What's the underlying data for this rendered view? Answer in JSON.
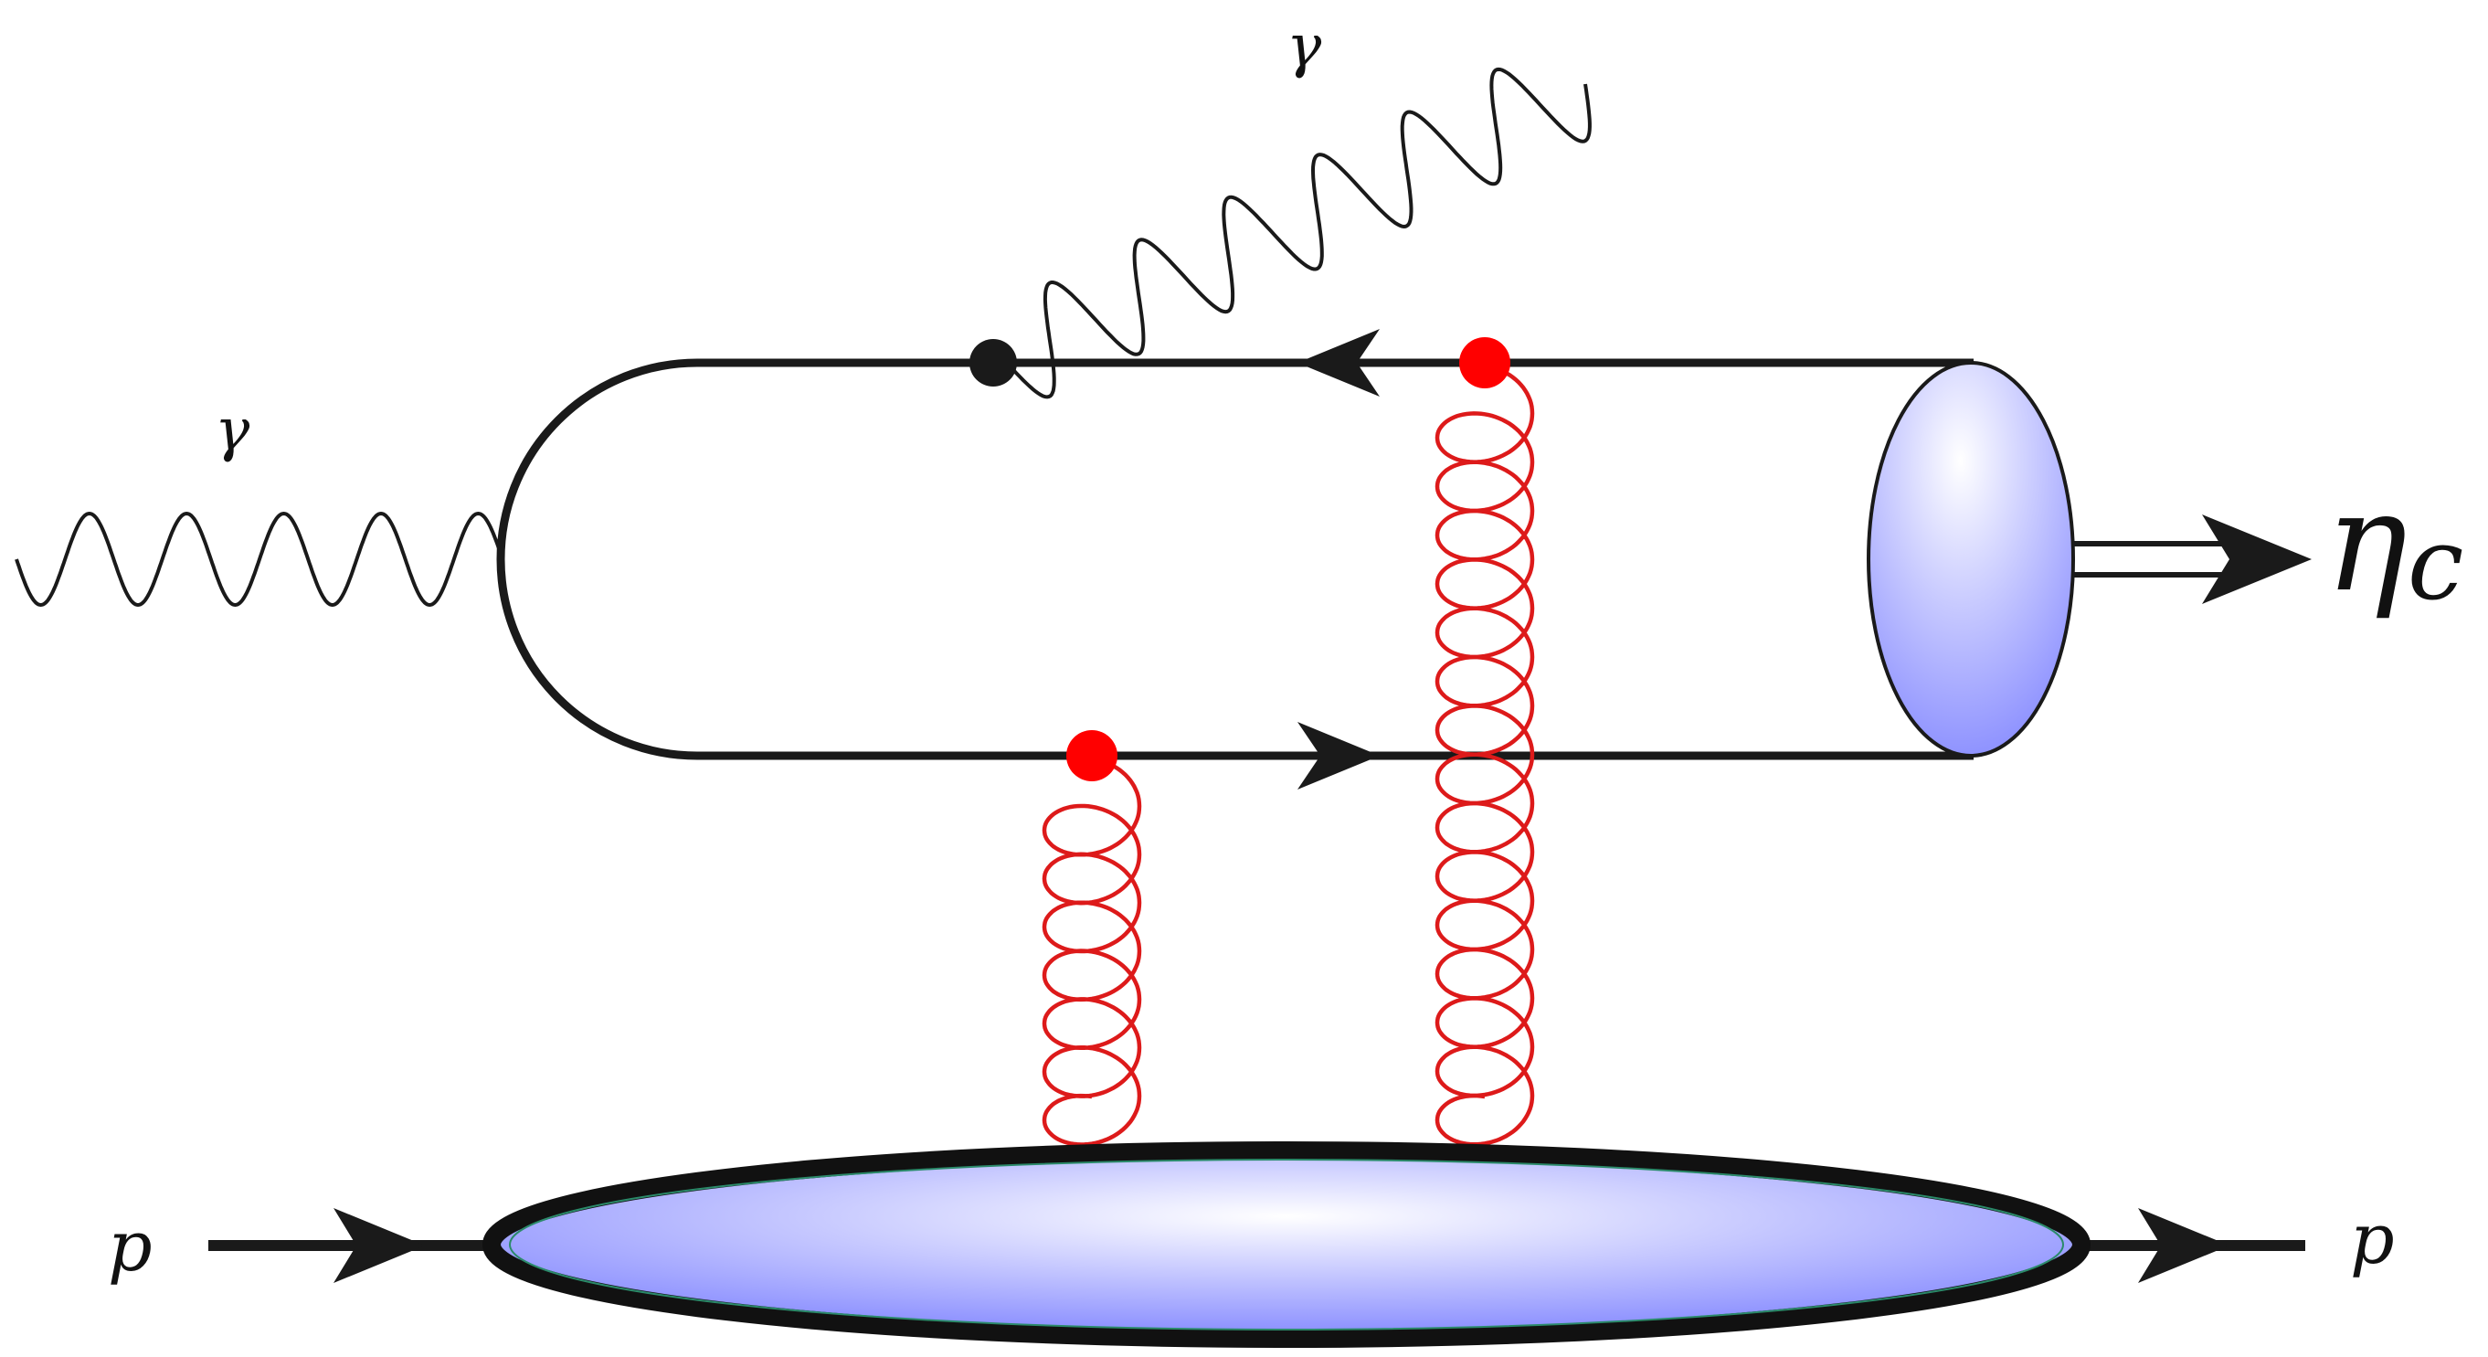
{
  "labels": {
    "photon_in": "γ",
    "photon_out": "γ",
    "meson": "η",
    "meson_sub": "c",
    "proton_in": "p",
    "proton_out": "p"
  },
  "colors": {
    "line": "#1a1a1a",
    "gluon": "#dd1a1a",
    "vertex_gluon": "#ff0000",
    "vertex_photon": "#1a1a1a",
    "blob_light": "#ffffff",
    "blob_dark": "#8f93ff"
  }
}
